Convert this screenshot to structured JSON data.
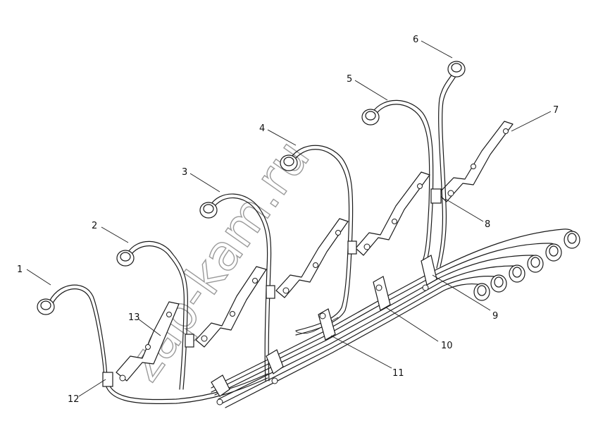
{
  "diagram": {
    "callouts": [
      {
        "id": "c1",
        "label": "1"
      },
      {
        "id": "c2",
        "label": "2"
      },
      {
        "id": "c3",
        "label": "3"
      },
      {
        "id": "c4",
        "label": "4"
      },
      {
        "id": "c5",
        "label": "5"
      },
      {
        "id": "c6",
        "label": "6"
      },
      {
        "id": "c7",
        "label": "7"
      },
      {
        "id": "c8",
        "label": "8"
      },
      {
        "id": "c9",
        "label": "9"
      },
      {
        "id": "c10",
        "label": "10"
      },
      {
        "id": "c11",
        "label": "11"
      },
      {
        "id": "c12",
        "label": "12"
      },
      {
        "id": "c13",
        "label": "13"
      }
    ],
    "watermark": "zap-kam.ru"
  }
}
